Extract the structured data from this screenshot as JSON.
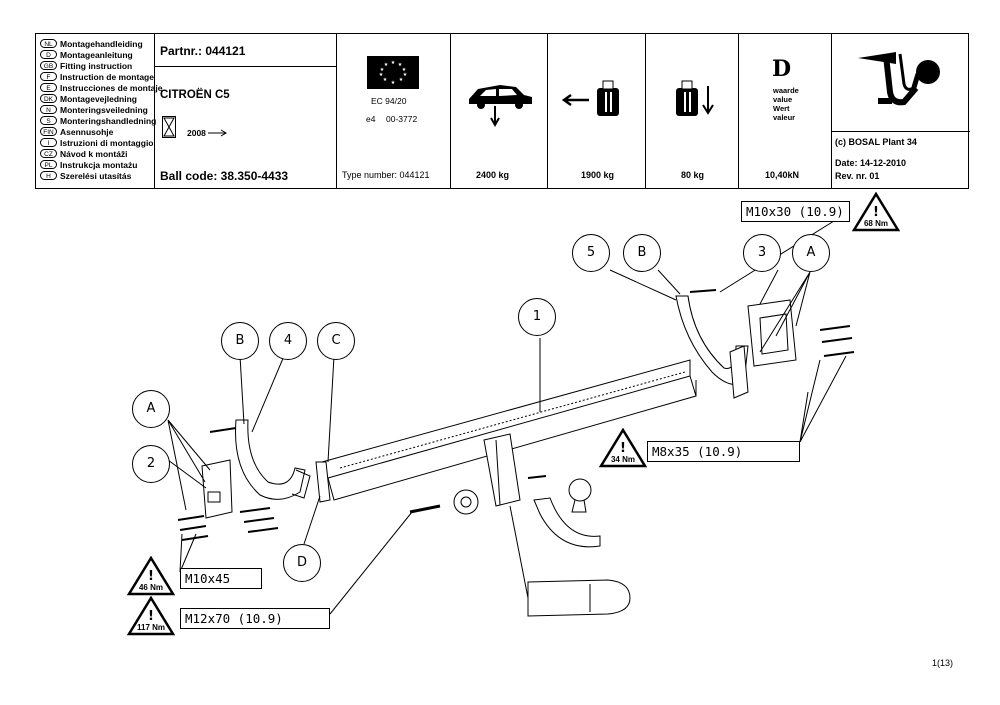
{
  "languages": [
    {
      "code": "NL",
      "label": "Montagehandleiding"
    },
    {
      "code": "D",
      "label": "Montageanleitung"
    },
    {
      "code": "GB",
      "label": "Fitting instruction"
    },
    {
      "code": "F",
      "label": "Instruction de montage"
    },
    {
      "code": "E",
      "label": "Instrucciones de montaje"
    },
    {
      "code": "DK",
      "label": "Montagevejledning"
    },
    {
      "code": "N",
      "label": "Monteringsveiledning"
    },
    {
      "code": "S",
      "label": "Monteringshandledning"
    },
    {
      "code": "FIN",
      "label": "Asennusohje"
    },
    {
      "code": "I",
      "label": "Istruzioni di montaggio"
    },
    {
      "code": "CZ",
      "label": "Návod k montáži"
    },
    {
      "code": "PL",
      "label": "Instrukcja montażu"
    },
    {
      "code": "H",
      "label": "Szerelési utasítás"
    }
  ],
  "header": {
    "partnr": "Partnr.: 044121",
    "model": "CITROËN C5",
    "year": "2008",
    "ball_code": "Ball code: 38.350-4433",
    "ec_approval": "EC 94/20",
    "e_number": "e4",
    "approval_number": "00-3772",
    "type_number": "Type number: 044121",
    "max_towing": "2400 kg",
    "trailer_mass": "1900 kg",
    "vertical_load": "80 kg",
    "d_symbol": "D",
    "d_labels": [
      "waarde",
      "value",
      "Wert",
      "valeur"
    ],
    "d_value": "10,40kN",
    "company": "(c) BOSAL Plant 34",
    "date": "Date: 14-12-2010",
    "rev": "Rev. nr.  01"
  },
  "diagram": {
    "part_labels": [
      "1",
      "2",
      "3",
      "4",
      "5",
      "A",
      "A",
      "B",
      "B",
      "C",
      "D"
    ],
    "bolts": [
      {
        "spec": "M10x30 (10.9)",
        "torque": "68 Nm"
      },
      {
        "spec": "M8x35 (10.9)",
        "torque": "34 Nm"
      },
      {
        "spec": "M10x45",
        "torque": "46 Nm"
      },
      {
        "spec": "M12x70 (10.9)",
        "torque": "117 Nm"
      }
    ]
  },
  "page_number": "1(13)"
}
